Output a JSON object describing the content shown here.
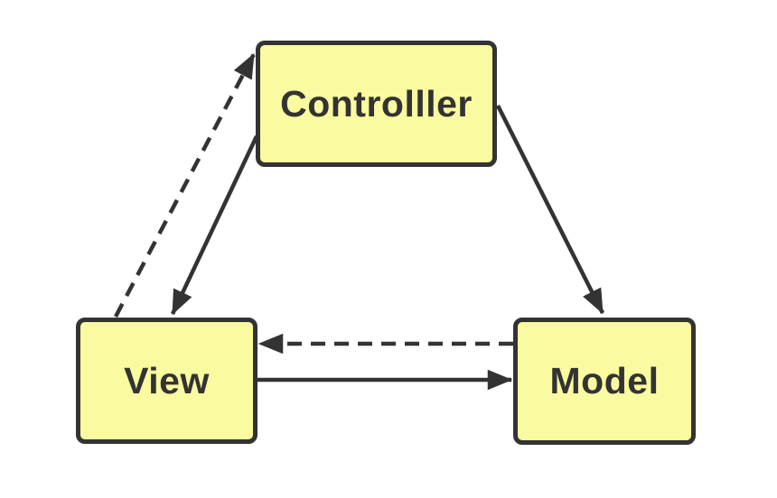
{
  "diagram": {
    "type": "flowchart",
    "background": "#FFFFFF",
    "nodes": [
      {
        "id": "controller",
        "label": "Controlller"
      },
      {
        "id": "view",
        "label": "View"
      },
      {
        "id": "model",
        "label": "Model"
      }
    ],
    "edges": [
      {
        "from": "view",
        "to": "controller",
        "style": "dashed",
        "arrowhead": "filled-triangle"
      },
      {
        "from": "controller",
        "to": "view",
        "style": "solid",
        "arrowhead": "filled-triangle"
      },
      {
        "from": "controller",
        "to": "model",
        "style": "solid",
        "arrowhead": "filled-triangle"
      },
      {
        "from": "view",
        "to": "model",
        "style": "solid",
        "arrowhead": "filled-triangle"
      },
      {
        "from": "model",
        "to": "view",
        "style": "dashed",
        "arrowhead": "filled-triangle"
      }
    ],
    "colors": {
      "node_fill": "#FAFAA0",
      "node_border": "#333333",
      "edge_stroke": "#333333",
      "label_text": "#333333",
      "background": "#FFFFFF"
    }
  }
}
